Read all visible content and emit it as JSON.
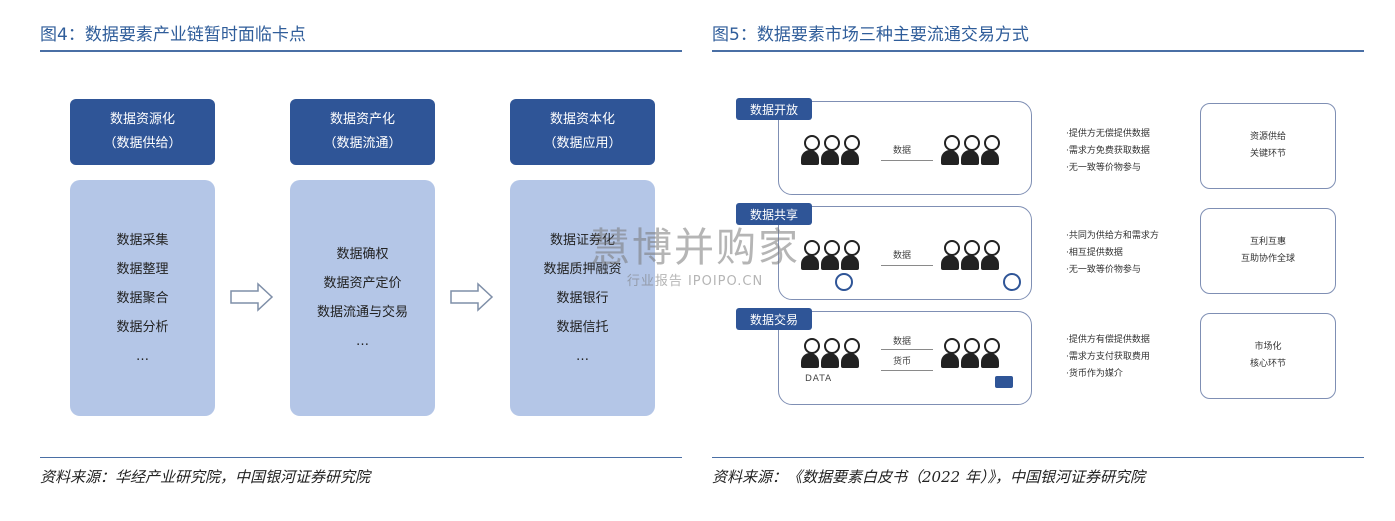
{
  "left_figure": {
    "title": "图4：数据要素产业链暂时面临卡点",
    "columns": [
      {
        "header1": "数据资源化",
        "header2": "（数据供给）",
        "items": [
          "数据采集",
          "数据整理",
          "数据聚合",
          "数据分析",
          "…"
        ]
      },
      {
        "header1": "数据资产化",
        "header2": "（数据流通）",
        "items": [
          "数据确权",
          "数据资产定价",
          "数据流通与交易",
          "…"
        ]
      },
      {
        "header1": "数据资本化",
        "header2": "（数据应用）",
        "items": [
          "数据证券化",
          "数据质押融资",
          "数据银行",
          "数据信托",
          "…"
        ]
      }
    ],
    "source": "资料来源：华经产业研究院，中国银河证券研究院"
  },
  "right_figure": {
    "title": "图5：数据要素市场三种主要流通交易方式",
    "rows": [
      {
        "tag": "数据开放",
        "mid_top": "数据",
        "mid_bottom": "",
        "left_caption": "",
        "bullets": [
          "·提供方无偿提供数据",
          "·需求方免费获取数据",
          "·无一致等价物参与"
        ],
        "side": [
          "资源供给",
          "关键环节"
        ]
      },
      {
        "tag": "数据共享",
        "mid_top": "数据",
        "mid_bottom": "",
        "left_caption": "",
        "bullets": [
          "·共同为供给方和需求方",
          "·相互提供数据",
          "·无一致等价物参与"
        ],
        "side": [
          "互利互惠",
          "互助协作全球"
        ]
      },
      {
        "tag": "数据交易",
        "mid_top": "数据",
        "mid_bottom": "货币",
        "left_caption": "DATA",
        "bullets": [
          "·提供方有偿提供数据",
          "·需求方支付获取费用",
          "·货币作为媒介"
        ],
        "side": [
          "市场化",
          "核心环节"
        ]
      }
    ],
    "source": "资料来源：《数据要素白皮书（2022 年）》，中国银河证券研究院"
  },
  "watermark": {
    "main": "慧博并购家",
    "sub": "行业报告 IPOIPO.CN"
  }
}
